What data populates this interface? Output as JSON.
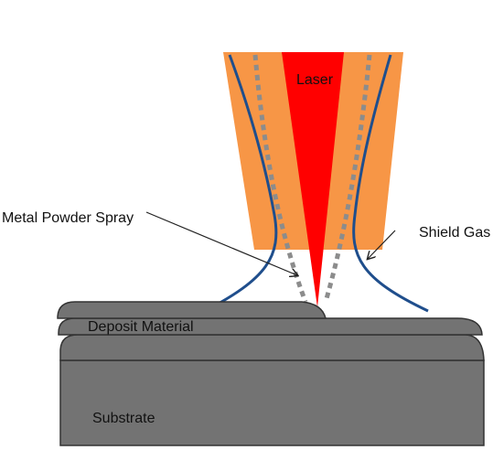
{
  "diagram": {
    "labels": {
      "laser": "Laser",
      "metal_powder_spray": "Metal Powder Spray",
      "shield_gas": "Shield Gas",
      "deposit_material": "Deposit Material",
      "substrate": "Substrate"
    },
    "colors": {
      "nozzle": "#F79646",
      "laser": "#FF0000",
      "shield_gas_line": "#1F4E8C",
      "powder_dots": "#8C8C8C",
      "substrate_fill": "#737373",
      "substrate_stroke": "#333333",
      "arrow": "#222222"
    }
  }
}
